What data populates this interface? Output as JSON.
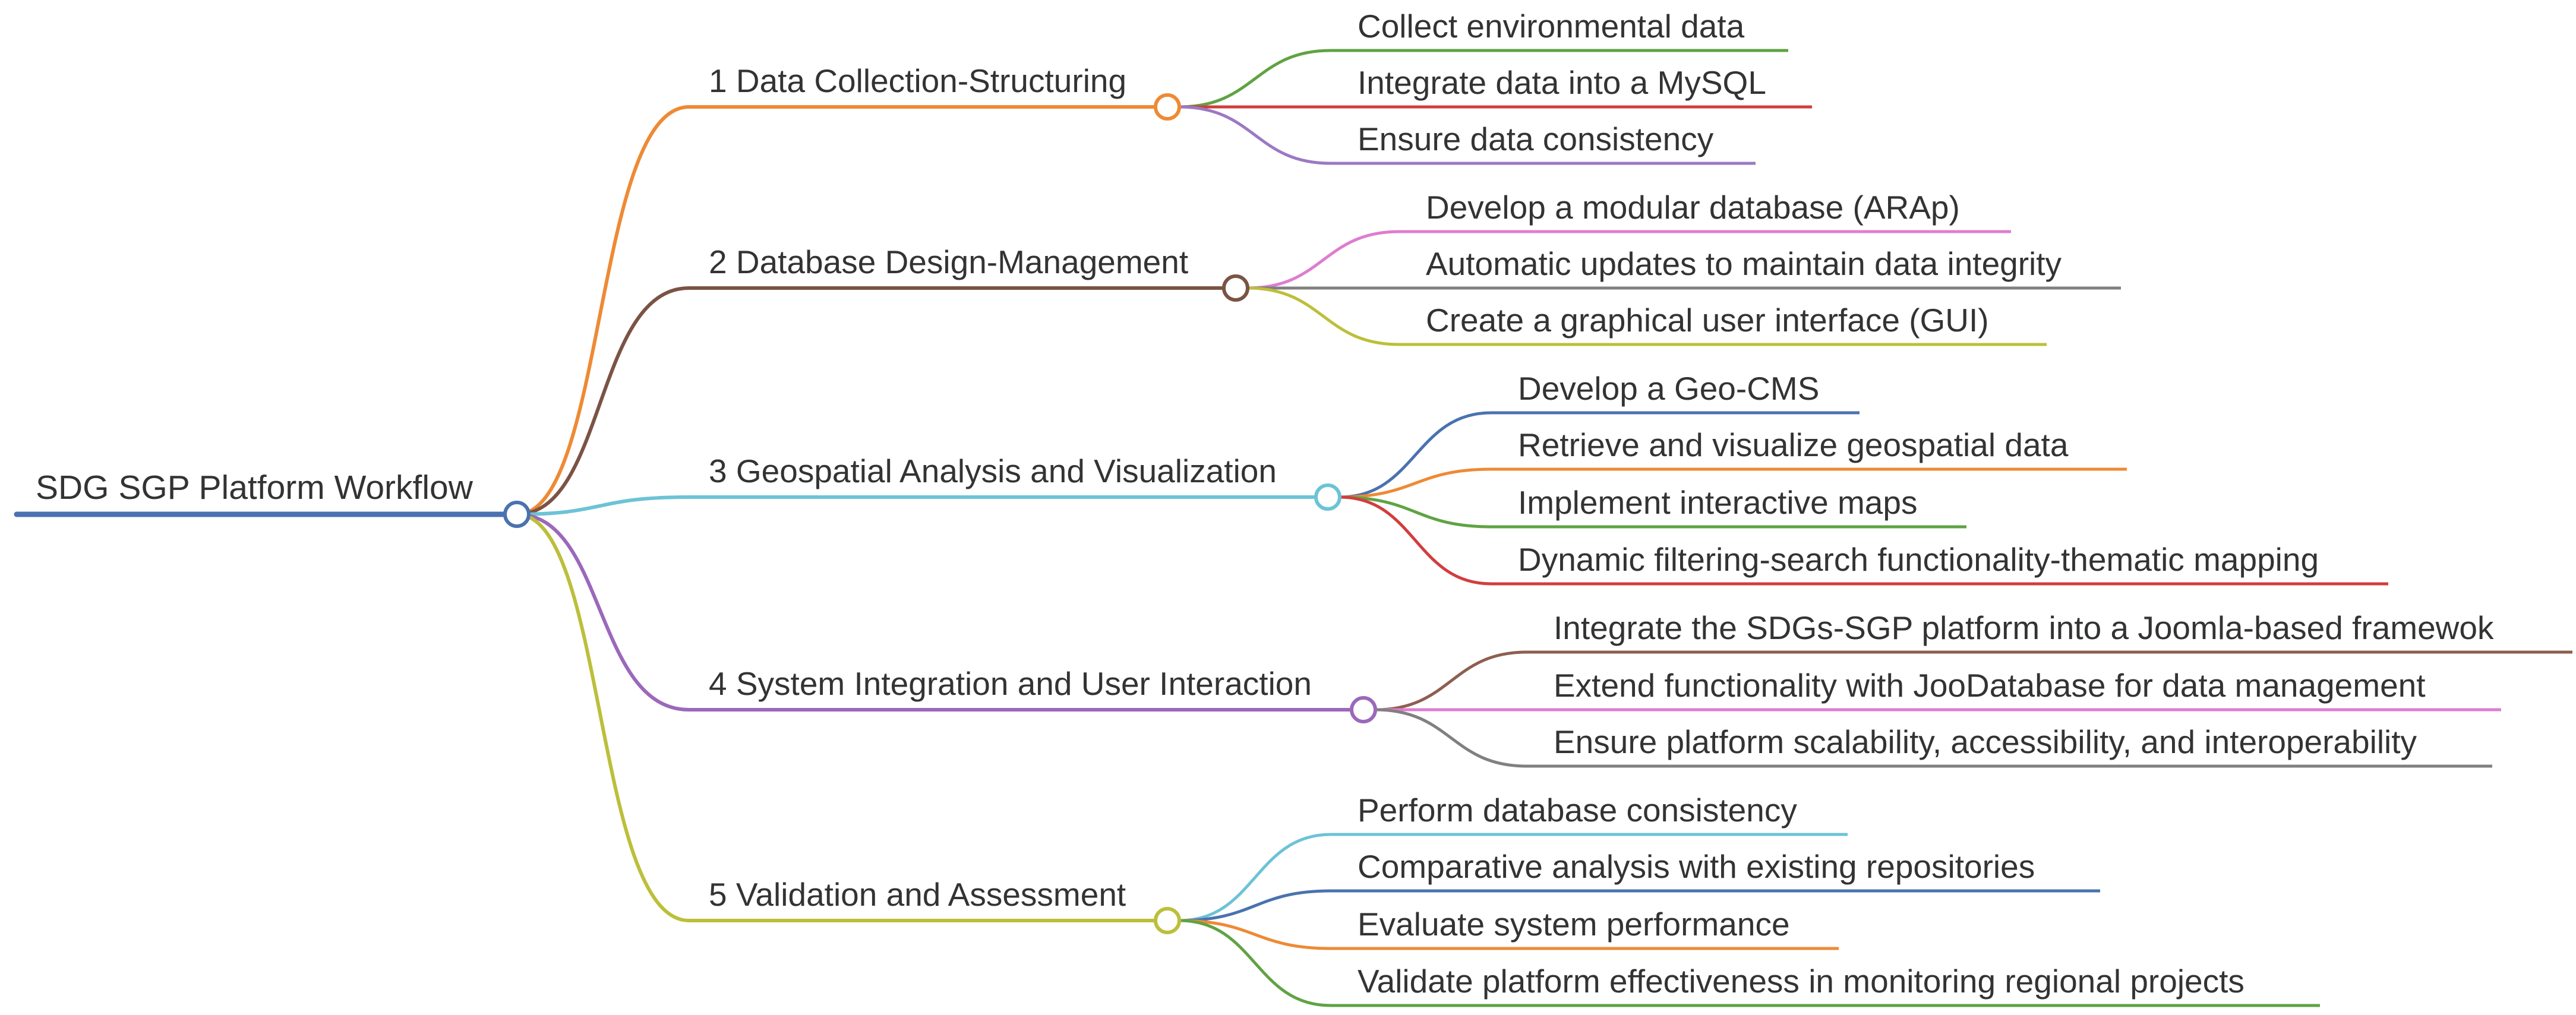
{
  "root": {
    "label": "SDG   SGP Platform Workflow",
    "color": "#4a72b0"
  },
  "branches": [
    {
      "label": "1 Data Collection-Structuring",
      "color": "#ee8a34",
      "children": [
        {
          "label": "Collect environmental data",
          "color": "#5fa343"
        },
        {
          "label": "Integrate data into a MySQL",
          "color": "#d33d3d"
        },
        {
          "label": "Ensure data consistency",
          "color": "#9b79c3"
        }
      ]
    },
    {
      "label": "2 Database Design-Management",
      "color": "#7b5344",
      "children": [
        {
          "label": "Develop a modular database (ARAp)",
          "color": "#de7dcf"
        },
        {
          "label": "Automatic updates to maintain data integrity",
          "color": "#808080"
        },
        {
          "label": "Create a graphical user interface (GUI)",
          "color": "#bcbf3a"
        }
      ]
    },
    {
      "label": "3 Geospatial Analysis and Visualization",
      "color": "#6cc3d6",
      "children": [
        {
          "label": "Develop a Geo-CMS",
          "color": "#4a72b0"
        },
        {
          "label": "Retrieve and visualize geospatial data",
          "color": "#ee8a34"
        },
        {
          "label": "Implement interactive maps",
          "color": "#5fa343"
        },
        {
          "label": "Dynamic filtering-search functionality-thematic mapping",
          "color": "#d33d3d"
        }
      ]
    },
    {
      "label": "4 System Integration and User Interaction",
      "color": "#9b68bb",
      "children": [
        {
          "label": "Integrate the SDGs-SGP platform into a Joomla-based framewok",
          "color": "#8d5f50"
        },
        {
          "label": "Extend functionality with JooDatabase for data management",
          "color": "#de7dcf"
        },
        {
          "label": "Ensure platform scalability, accessibility, and interoperability",
          "color": "#808080"
        }
      ]
    },
    {
      "label": "5 Validation and Assessment",
      "color": "#bcbf3a",
      "children": [
        {
          "label": "Perform database consistency",
          "color": "#6cc3d6"
        },
        {
          "label": "Comparative analysis with existing repositories",
          "color": "#4a72b0"
        },
        {
          "label": "Evaluate system performance",
          "color": "#ee8a34"
        },
        {
          "label": "Validate platform effectiveness in monitoring regional projects",
          "color": "#5fa343"
        }
      ]
    }
  ]
}
